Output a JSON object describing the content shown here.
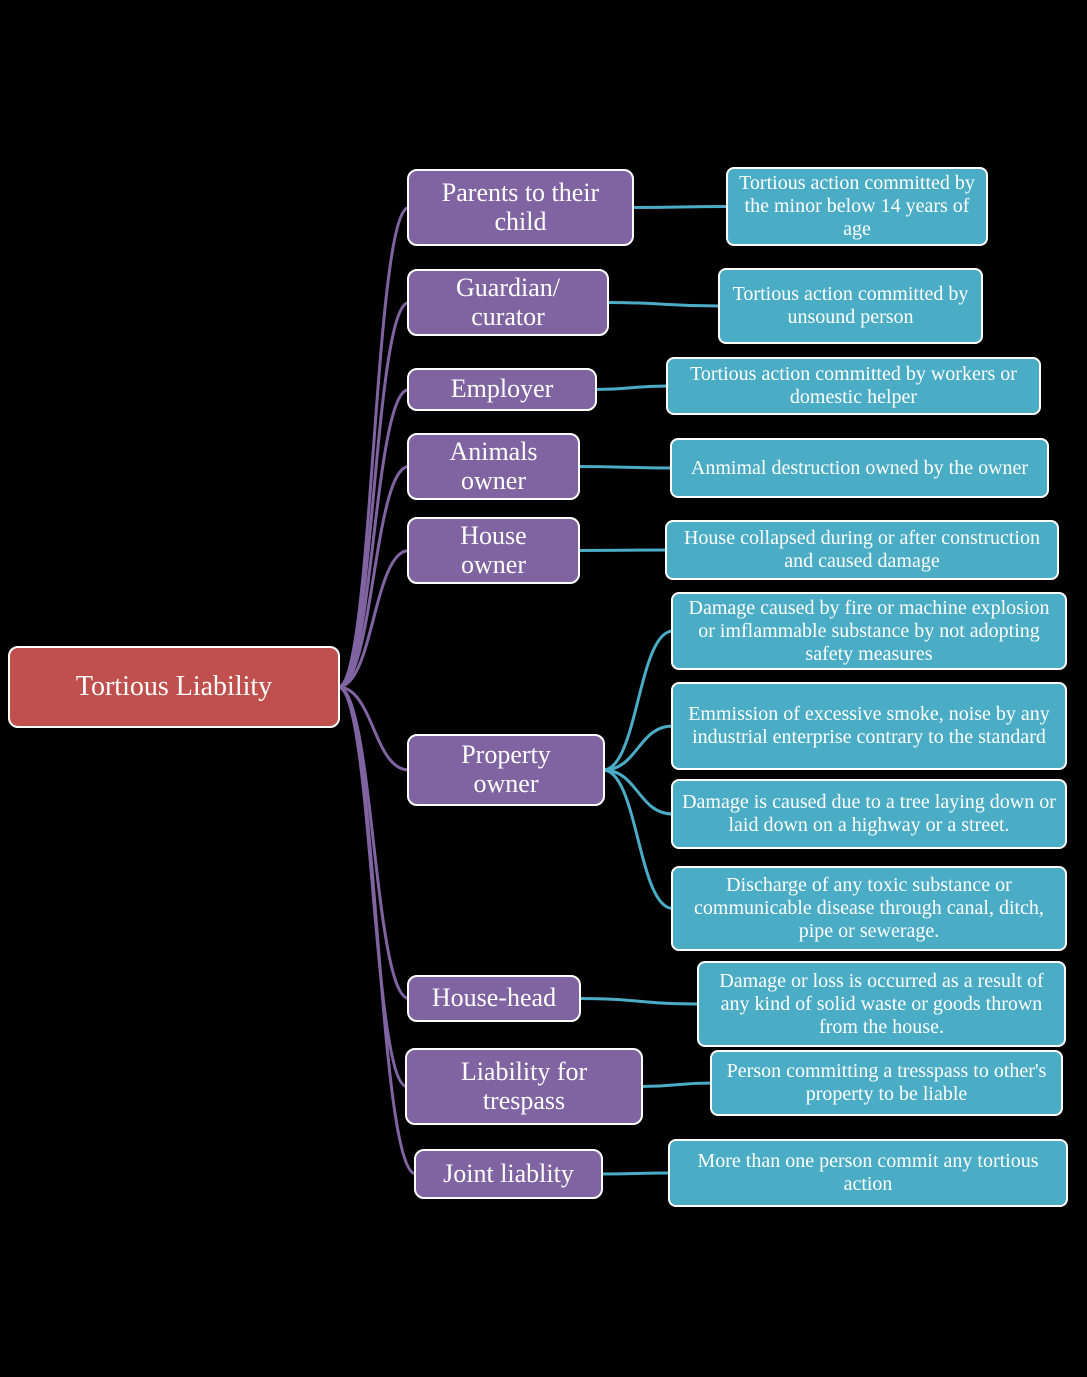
{
  "colors": {
    "background": "#000000",
    "root_fill": "#C0504D",
    "branch_fill": "#8064A2",
    "leaf_fill": "#4BACC6",
    "branch_line": "#8064A2",
    "leaf_line": "#4BACC6",
    "border": "#FFFFFF",
    "text": "#FFFFFF"
  },
  "root": {
    "label": "Tortious Liability"
  },
  "branches": [
    {
      "label": "Parents to their child",
      "leaves": [
        "Tortious action committed by the minor below 14 years of age"
      ]
    },
    {
      "label": "Guardian/ curator",
      "leaves": [
        "Tortious action committed by unsound person"
      ]
    },
    {
      "label": "Employer",
      "leaves": [
        "Tortious action committed by workers or domestic helper"
      ]
    },
    {
      "label": "Animals owner",
      "leaves": [
        "Anmimal destruction owned by the owner"
      ]
    },
    {
      "label": "House owner",
      "leaves": [
        "House collapsed during or after construction and caused damage"
      ]
    },
    {
      "label": "Property owner",
      "leaves": [
        "Damage caused by fire or machine explosion or imflammable substance by not adopting safety measures",
        "Emmission of excessive smoke, noise by any industrial enterprise contrary to the standard",
        "Damage is caused due to a tree laying down or laid down on a highway or a street.",
        "Discharge of any toxic substance or communicable disease through canal, ditch, pipe or sewerage."
      ]
    },
    {
      "label": "House-head",
      "leaves": [
        "Damage or loss is occurred as a result of any kind of solid waste or goods thrown from the house."
      ]
    },
    {
      "label": "Liability for trespass",
      "leaves": [
        "Person committing a tresspass to other's property to be liable"
      ]
    },
    {
      "label": "Joint liablity",
      "leaves": [
        "More than one person commit any tortious action"
      ]
    }
  ]
}
